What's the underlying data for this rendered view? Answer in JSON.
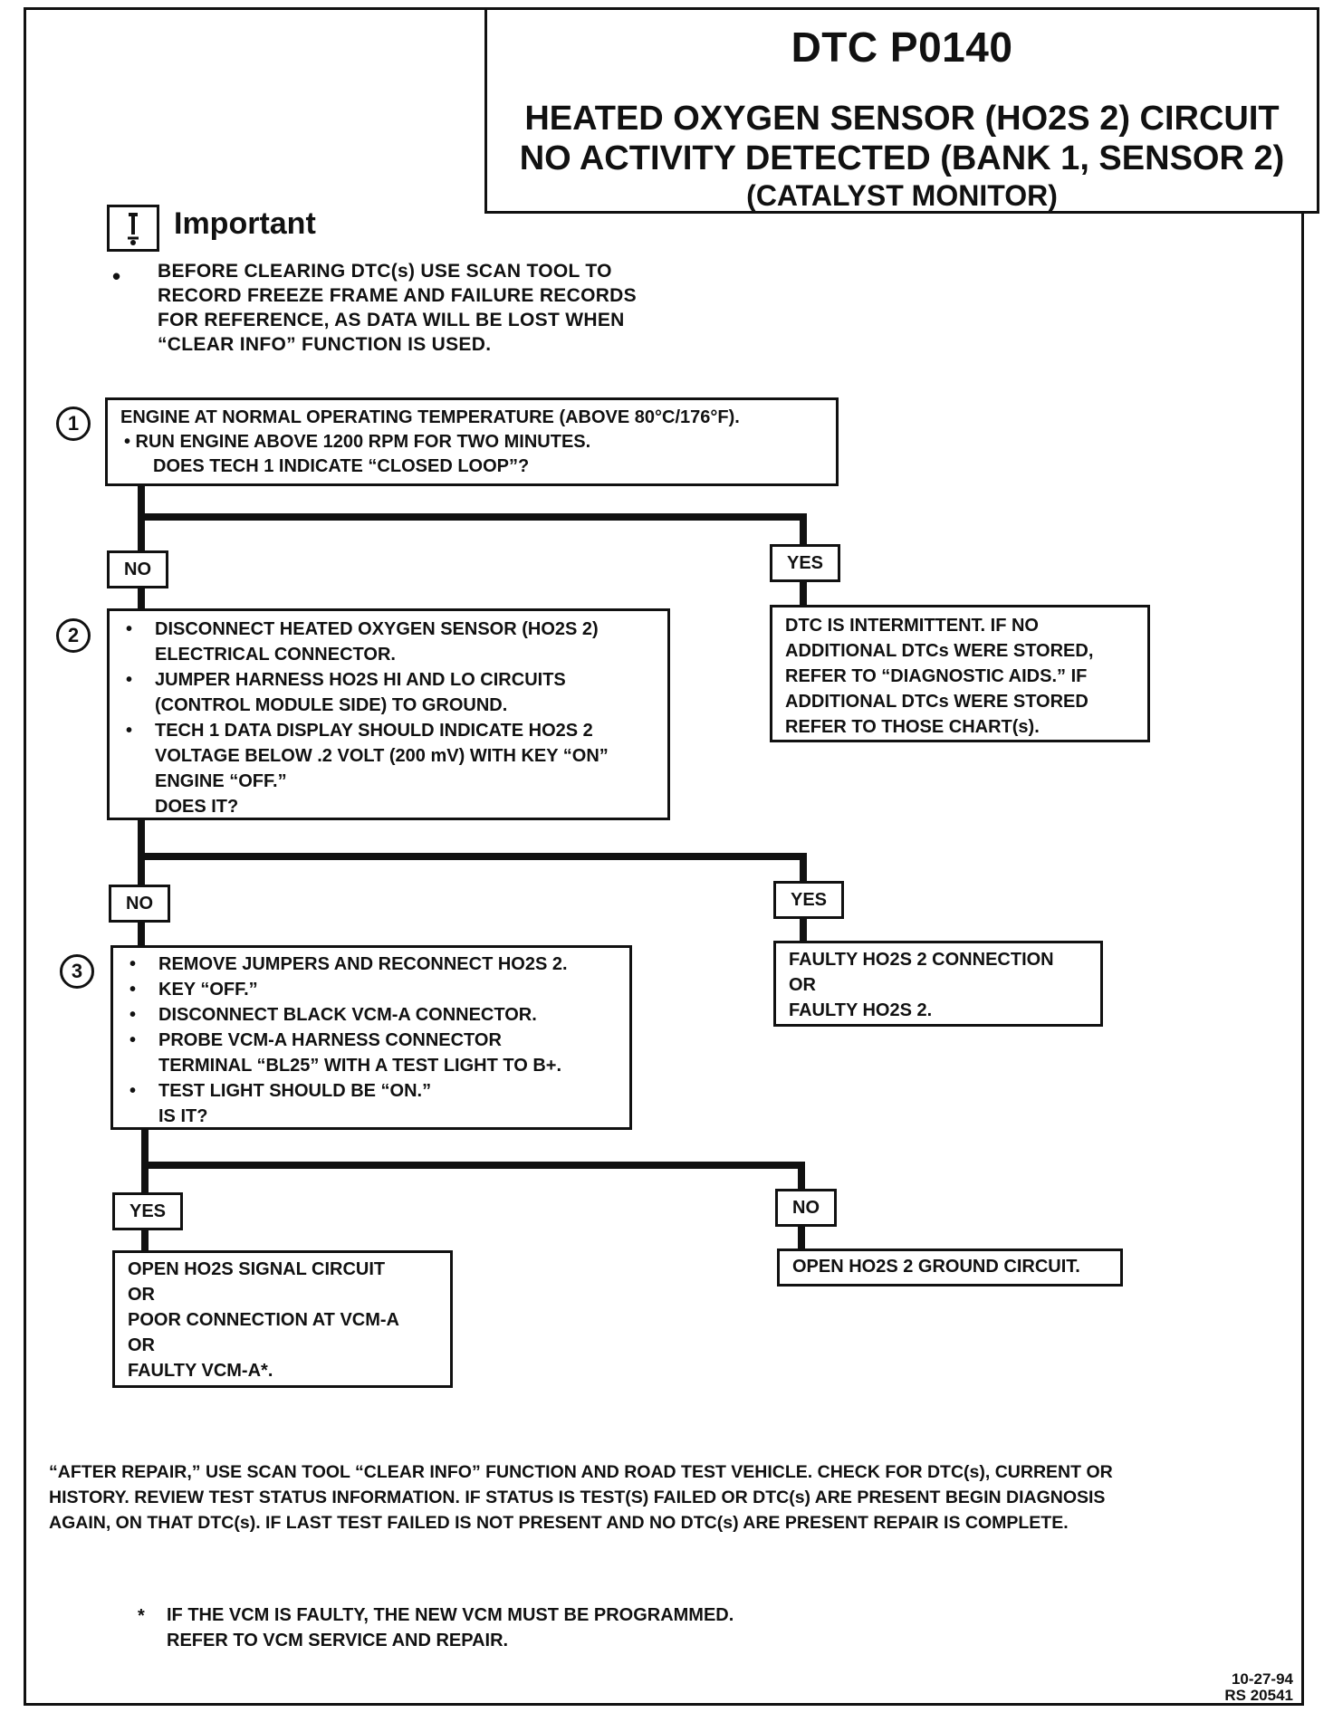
{
  "header": {
    "code": "DTC P0140",
    "title_lines": [
      "HEATED OXYGEN SENSOR (HO2S 2) CIRCUIT",
      "NO ACTIVITY DETECTED (BANK 1, SENSOR 2)"
    ],
    "subtitle": "(CATALYST MONITOR)"
  },
  "important": {
    "icon": "important-info-icon",
    "title": "Important",
    "bullet": "•",
    "lines": [
      "BEFORE CLEARING DTC(s) USE SCAN TOOL TO",
      "RECORD FREEZE FRAME AND FAILURE RECORDS",
      "FOR REFERENCE, AS DATA WILL BE LOST WHEN",
      "“CLEAR INFO” FUNCTION IS USED."
    ]
  },
  "steps": [
    {
      "number": "1",
      "lines": [
        "ENGINE AT NORMAL OPERATING TEMPERATURE (ABOVE 80°C/176°F).",
        "•  RUN ENGINE ABOVE 1200 RPM FOR TWO MINUTES.",
        "DOES TECH 1 INDICATE “CLOSED LOOP”?"
      ]
    },
    {
      "number": "2",
      "items": [
        [
          "DISCONNECT HEATED OXYGEN SENSOR (HO2S 2)",
          "ELECTRICAL CONNECTOR."
        ],
        [
          "JUMPER HARNESS HO2S HI AND LO CIRCUITS",
          "(CONTROL MODULE SIDE) TO GROUND."
        ],
        [
          "TECH 1 DATA DISPLAY SHOULD INDICATE HO2S 2",
          "VOLTAGE BELOW .2 VOLT (200 mV) WITH KEY “ON”",
          "ENGINE “OFF.”"
        ]
      ],
      "question": "DOES IT?"
    },
    {
      "number": "3",
      "items": [
        [
          "REMOVE JUMPERS AND RECONNECT HO2S 2."
        ],
        [
          "KEY “OFF.”"
        ],
        [
          "DISCONNECT BLACK VCM-A CONNECTOR."
        ],
        [
          "PROBE VCM-A HARNESS CONNECTOR",
          "TERMINAL “BL25” WITH A TEST LIGHT TO B+."
        ],
        [
          "TEST LIGHT SHOULD BE “ON.”"
        ]
      ],
      "question": "IS IT?"
    }
  ],
  "labels": {
    "s1_no": "NO",
    "s1_yes": "YES",
    "s2_no": "NO",
    "s2_yes": "YES",
    "s3_yes": "YES",
    "s3_no": "NO"
  },
  "results": {
    "s1_yes": [
      "DTC IS INTERMITTENT. IF NO",
      "ADDITIONAL DTCs WERE STORED,",
      "REFER TO “DIAGNOSTIC AIDS.” IF",
      "ADDITIONAL DTCs WERE STORED",
      "REFER TO THOSE CHART(s)."
    ],
    "s2_yes": [
      "FAULTY HO2S 2 CONNECTION",
      "OR",
      "FAULTY HO2S 2."
    ],
    "s3_yes": [
      "OPEN HO2S SIGNAL CIRCUIT",
      "OR",
      "POOR CONNECTION AT VCM-A",
      "OR",
      "FAULTY VCM-A*."
    ],
    "s3_no": [
      "OPEN HO2S 2 GROUND CIRCUIT."
    ]
  },
  "bullet_char": "•",
  "footer": {
    "lines": [
      "“AFTER REPAIR,” USE SCAN TOOL “CLEAR INFO” FUNCTION AND ROAD TEST VEHICLE. CHECK FOR DTC(s), CURRENT OR",
      "HISTORY. REVIEW TEST STATUS INFORMATION. IF STATUS IS TEST(S) FAILED OR DTC(s) ARE PRESENT BEGIN DIAGNOSIS",
      "AGAIN, ON THAT DTC(s). IF LAST TEST FAILED IS NOT PRESENT AND NO DTC(s) ARE PRESENT REPAIR IS COMPLETE."
    ],
    "note_star": "*",
    "note_lines": [
      "IF THE VCM IS FAULTY, THE NEW VCM MUST BE PROGRAMMED.",
      "REFER TO VCM SERVICE AND REPAIR."
    ],
    "date": "10-27-94",
    "ref": "RS 20541"
  }
}
